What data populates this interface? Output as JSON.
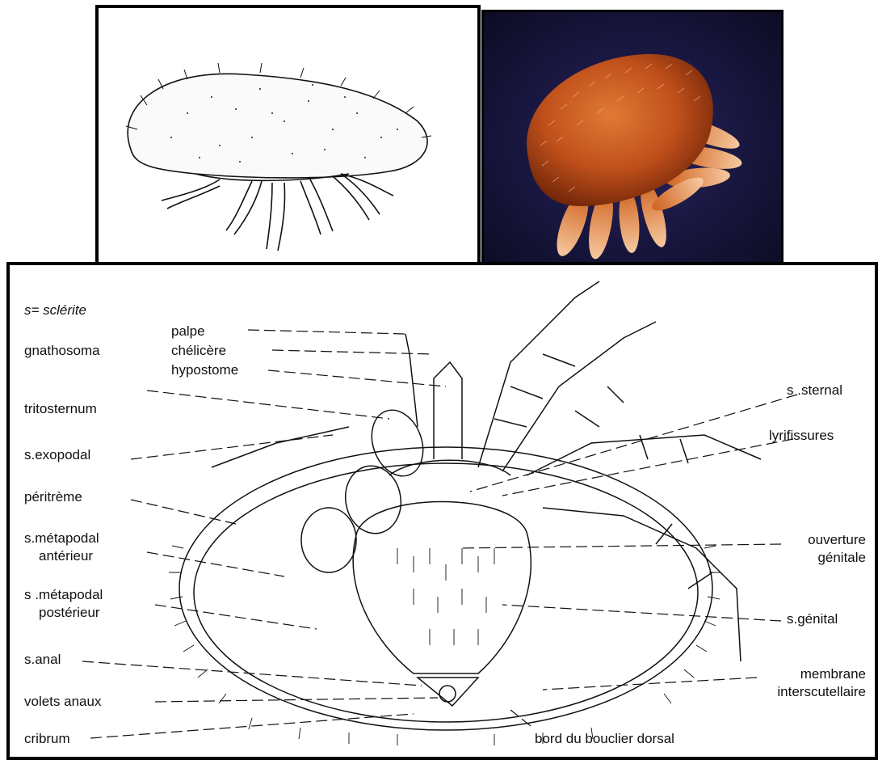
{
  "legend": {
    "sclerite_note": "s= sclérite"
  },
  "labels": {
    "gnathosoma": "gnathosoma",
    "palpe": "palpe",
    "chelicere": "chélicère",
    "hypostome": "hypostome",
    "tritosternum": "tritosternum",
    "exopodal": "s.exopodal",
    "peritreme": "péritrème",
    "metapodal_ant_1": "s.métapodal",
    "metapodal_ant_2": "antérieur",
    "metapodal_post_1": "s .métapodal",
    "metapodal_post_2": "postérieur",
    "anal": "s.anal",
    "volets": "volets anaux",
    "cribrum": "cribrum",
    "sternal": "s .sternal",
    "lyrifissures": "lyrifissures",
    "ouverture_1": "ouverture",
    "ouverture_2": "génitale",
    "genital": "s.génital",
    "membrane_1": "membrane",
    "membrane_2": "interscutellaire",
    "bord": "bord du bouclier dorsal"
  },
  "colors": {
    "mite_photo": "#c8501a",
    "photo_background": "#1b1a45",
    "ink": "#111111"
  }
}
